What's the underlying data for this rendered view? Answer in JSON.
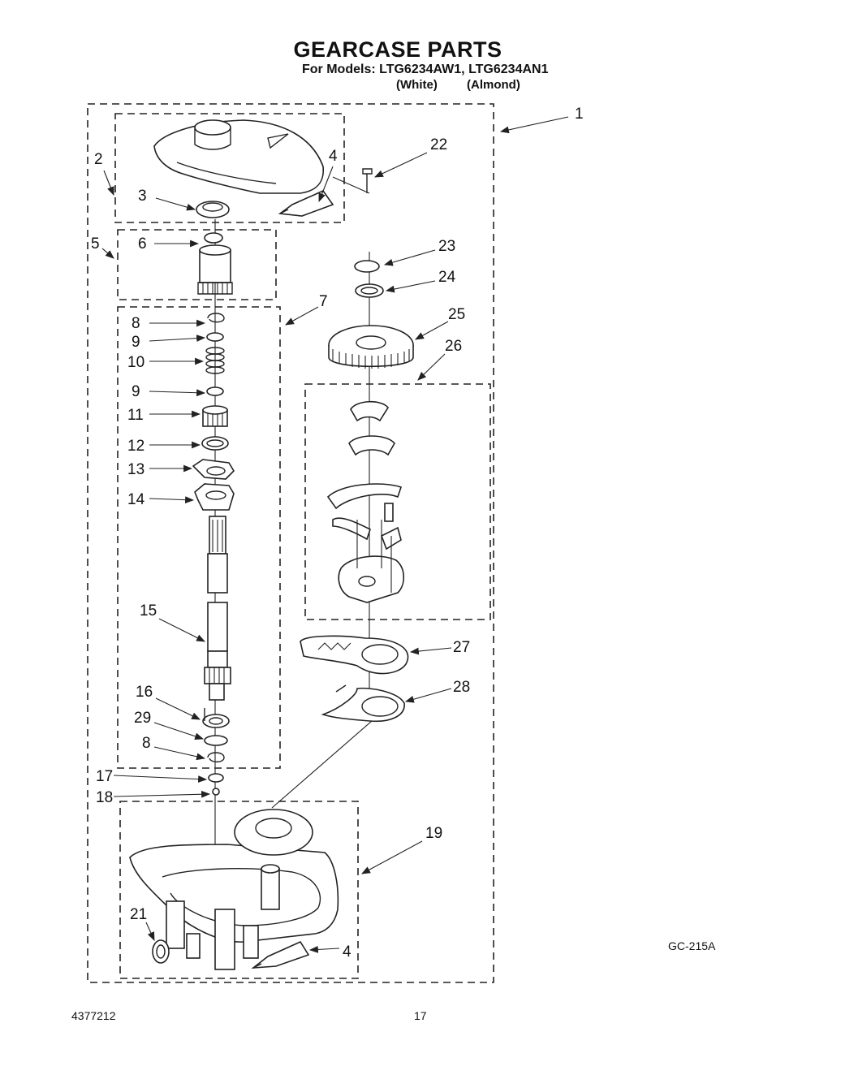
{
  "title": "GEARCASE PARTS",
  "models": "For Models: LTG6234AW1, LTG6234AN1",
  "variants": {
    "white": "(White)",
    "almond": "(Almond)"
  },
  "diagram_code": "GC-215A",
  "doc_number": "4377212",
  "page_number": "17",
  "callouts": [
    "1",
    "2",
    "3",
    "4",
    "22",
    "5",
    "6",
    "7",
    "8",
    "9",
    "10",
    "9",
    "11",
    "12",
    "13",
    "14",
    "15",
    "23",
    "24",
    "25",
    "26",
    "27",
    "28",
    "16",
    "29",
    "8",
    "17",
    "18",
    "19",
    "21",
    "4"
  ]
}
